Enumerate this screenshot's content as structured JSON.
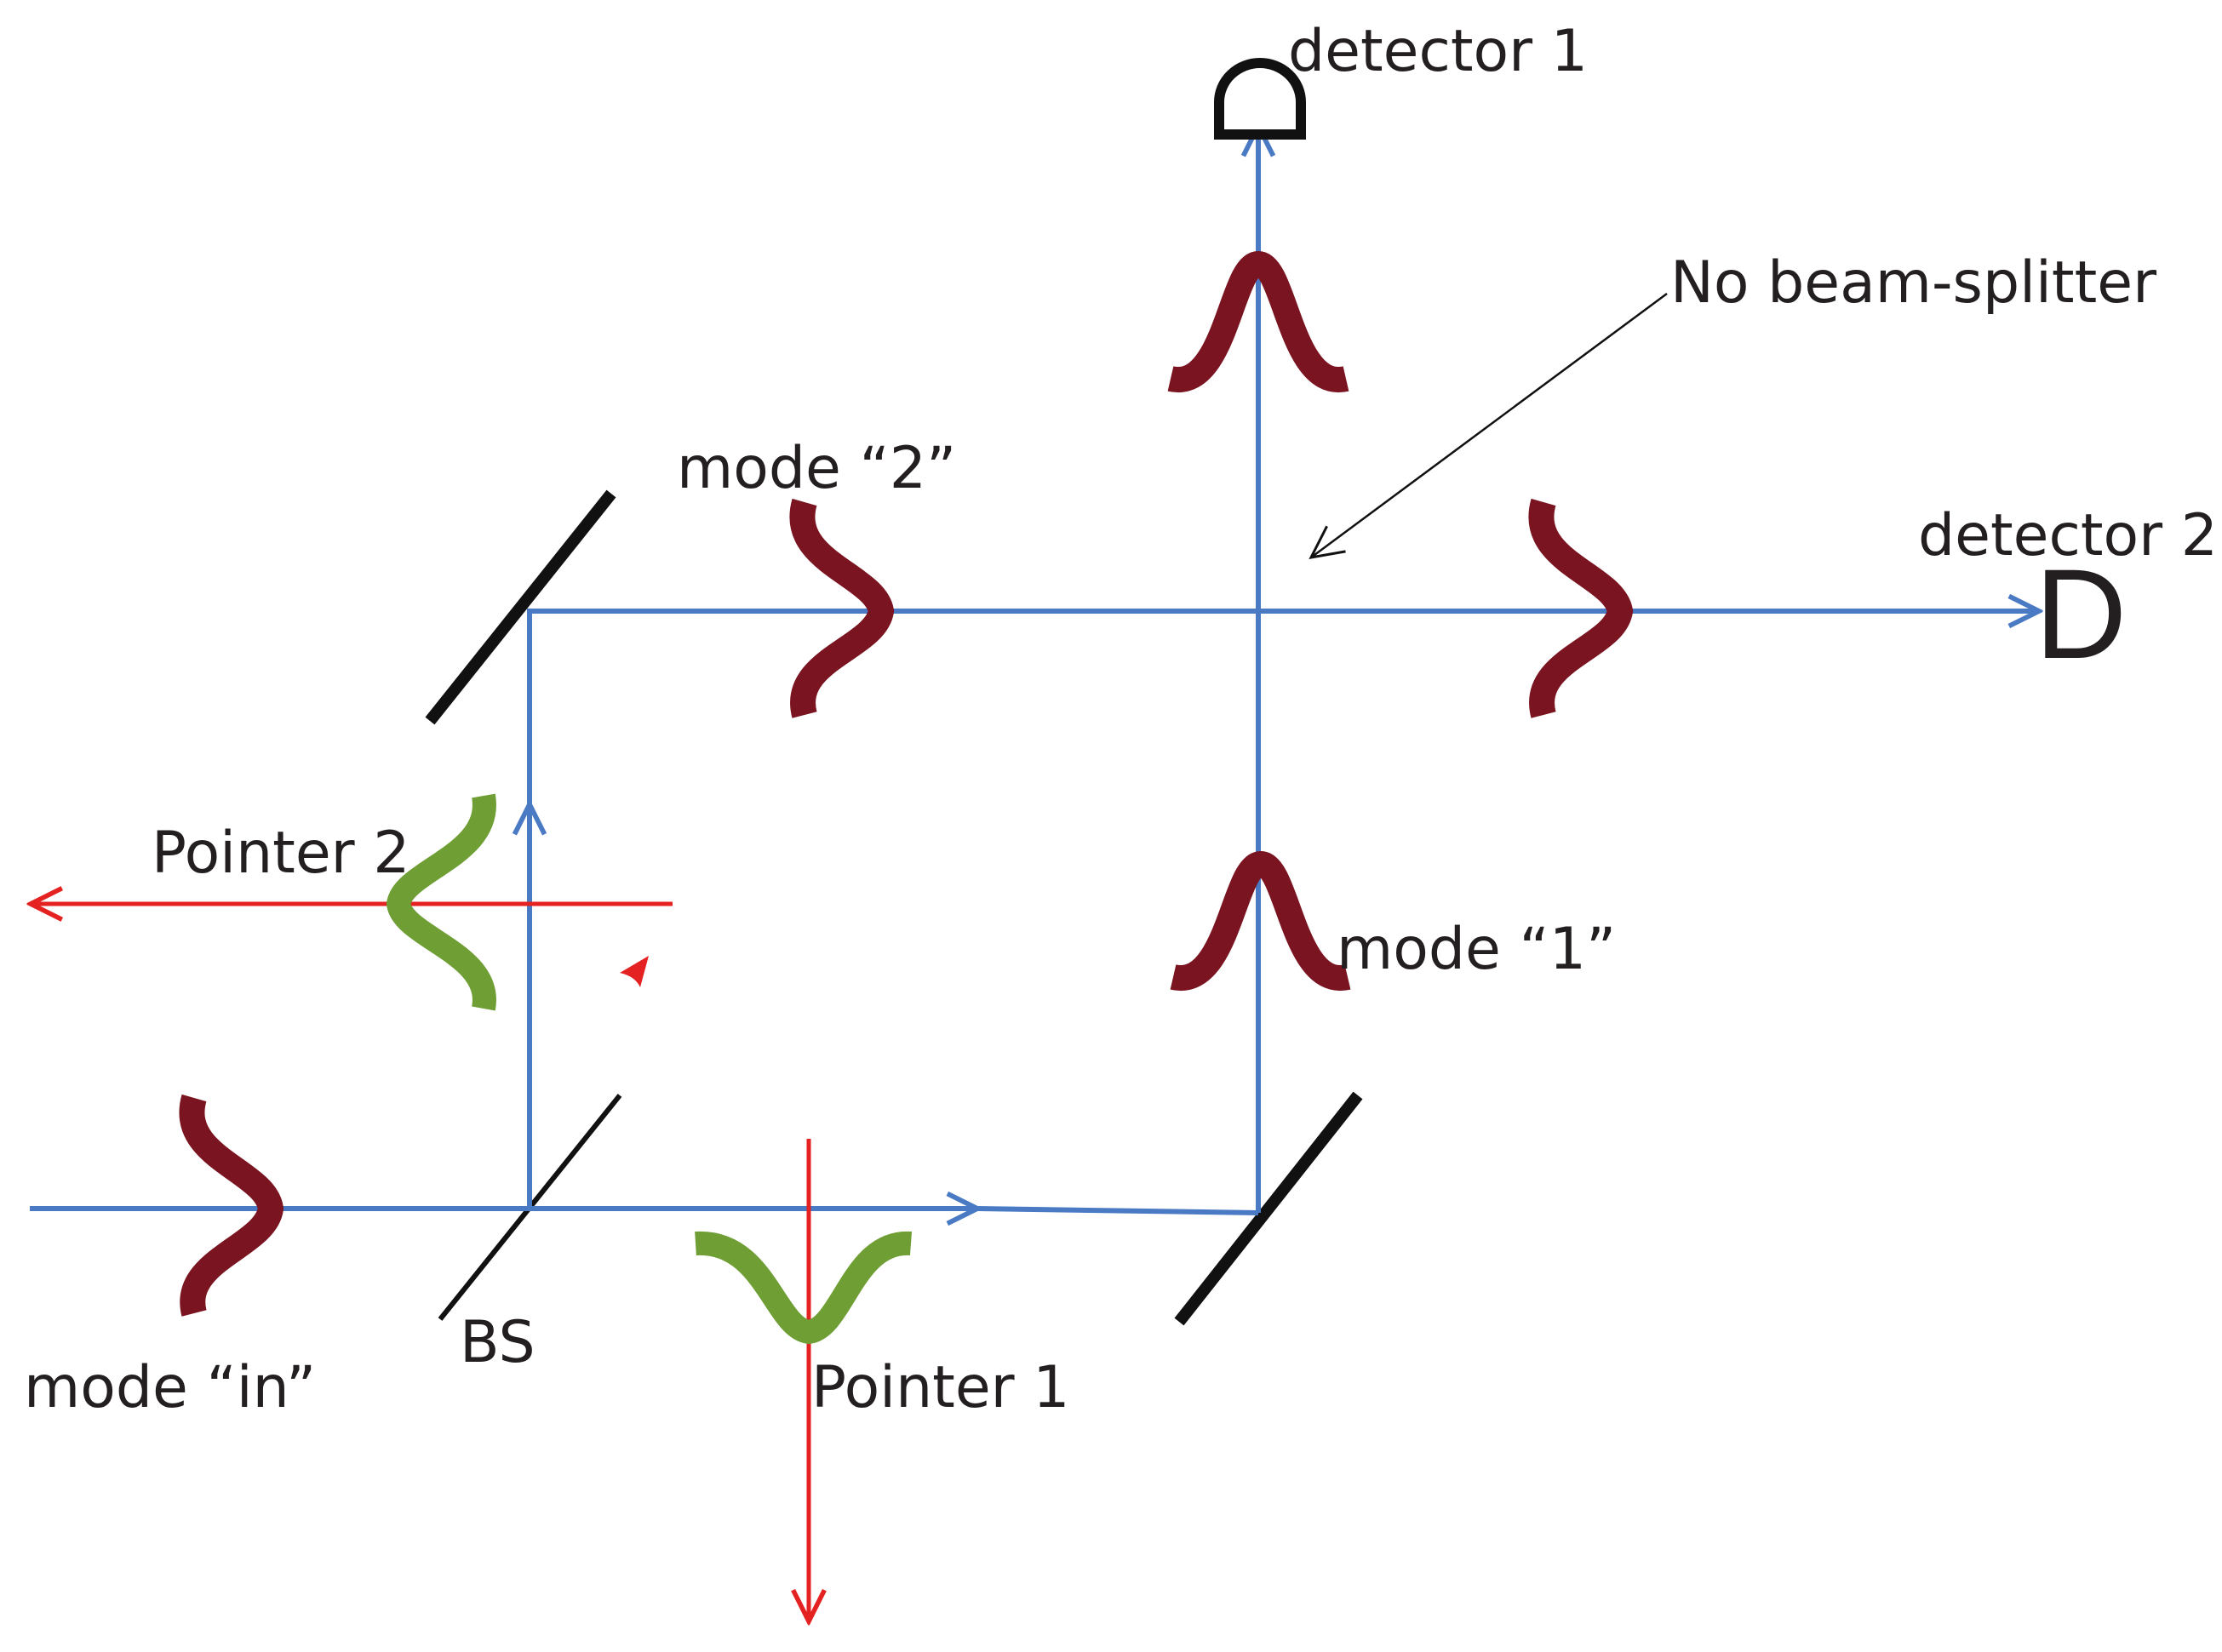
{
  "labels": {
    "detector_1": "detector 1",
    "detector_2": "detector 2",
    "detector_glyph": "D",
    "no_beam_splitter": "No beam-splitter",
    "mode_2": "mode “2”",
    "mode_1": "mode “1”",
    "mode_in": "mode “in”",
    "pointer_1": "Pointer 1",
    "pointer_2": "Pointer 2",
    "bs": "BS"
  },
  "colors": {
    "photon_beam": "#4a7ac4",
    "pointer_beam": "#e52222",
    "mode_wavepacket": "#7a1420",
    "pointer_wavepacket": "#6f9e35",
    "optics": "#111111",
    "text": "#231f20"
  }
}
